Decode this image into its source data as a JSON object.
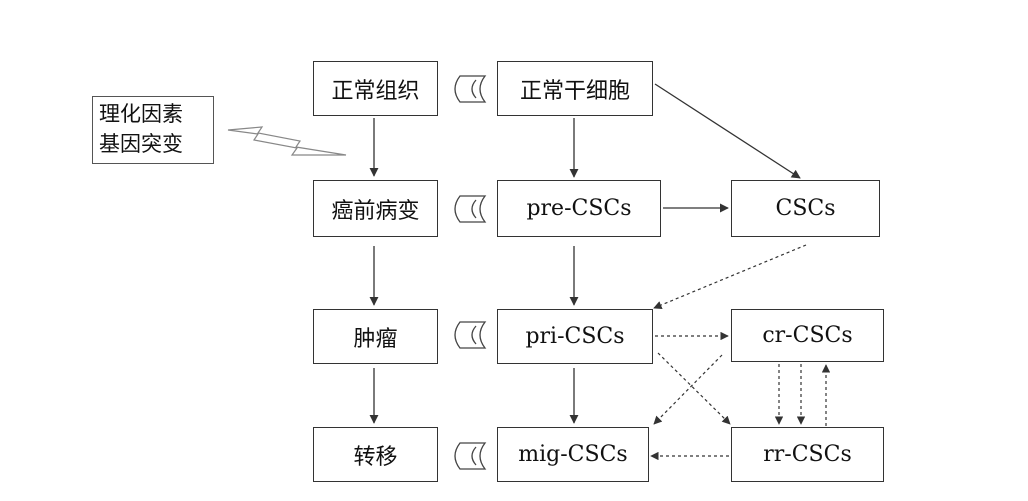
{
  "factors": {
    "line1": "理化因素",
    "line2": "基因突变"
  },
  "tissue_column": {
    "normal_tissue": "正常组织",
    "precancerous": "癌前病变",
    "tumor": "肿瘤",
    "metastasis": "转移"
  },
  "cell_column": {
    "normal_stem": "正常干细胞",
    "pre_cscs": "pre-CSCs",
    "pri_cscs": "pri-CSCs",
    "mig_cscs": "mig-CSCs"
  },
  "right_column": {
    "cscs": "CSCs",
    "cr_cscs": "cr-CSCs",
    "rr_cscs": "rr-CSCs"
  },
  "colors": {
    "line": "#333333",
    "border": "#333333",
    "background": "#ffffff"
  }
}
